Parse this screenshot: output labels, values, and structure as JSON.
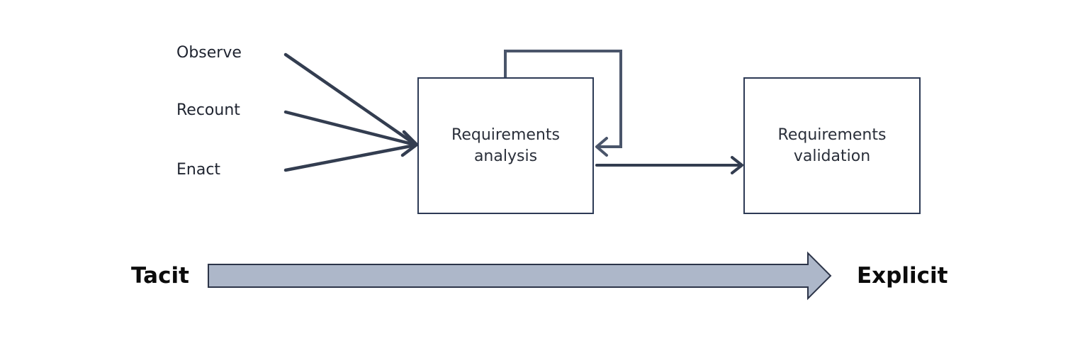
{
  "inputs": {
    "observe": "Observe",
    "recount": "Recount",
    "enact": "Enact"
  },
  "boxes": {
    "analysis": {
      "line1": "Requirements",
      "line2": "analysis"
    },
    "validation": {
      "line1": "Requirements",
      "line2": "validation"
    }
  },
  "scale": {
    "left": "Tacit",
    "right": "Explicit"
  },
  "colors": {
    "stroke": "#2d3a55",
    "arrow": "#333d50",
    "scale_fill": "#adb7c9",
    "scale_stroke": "#2c3448"
  }
}
